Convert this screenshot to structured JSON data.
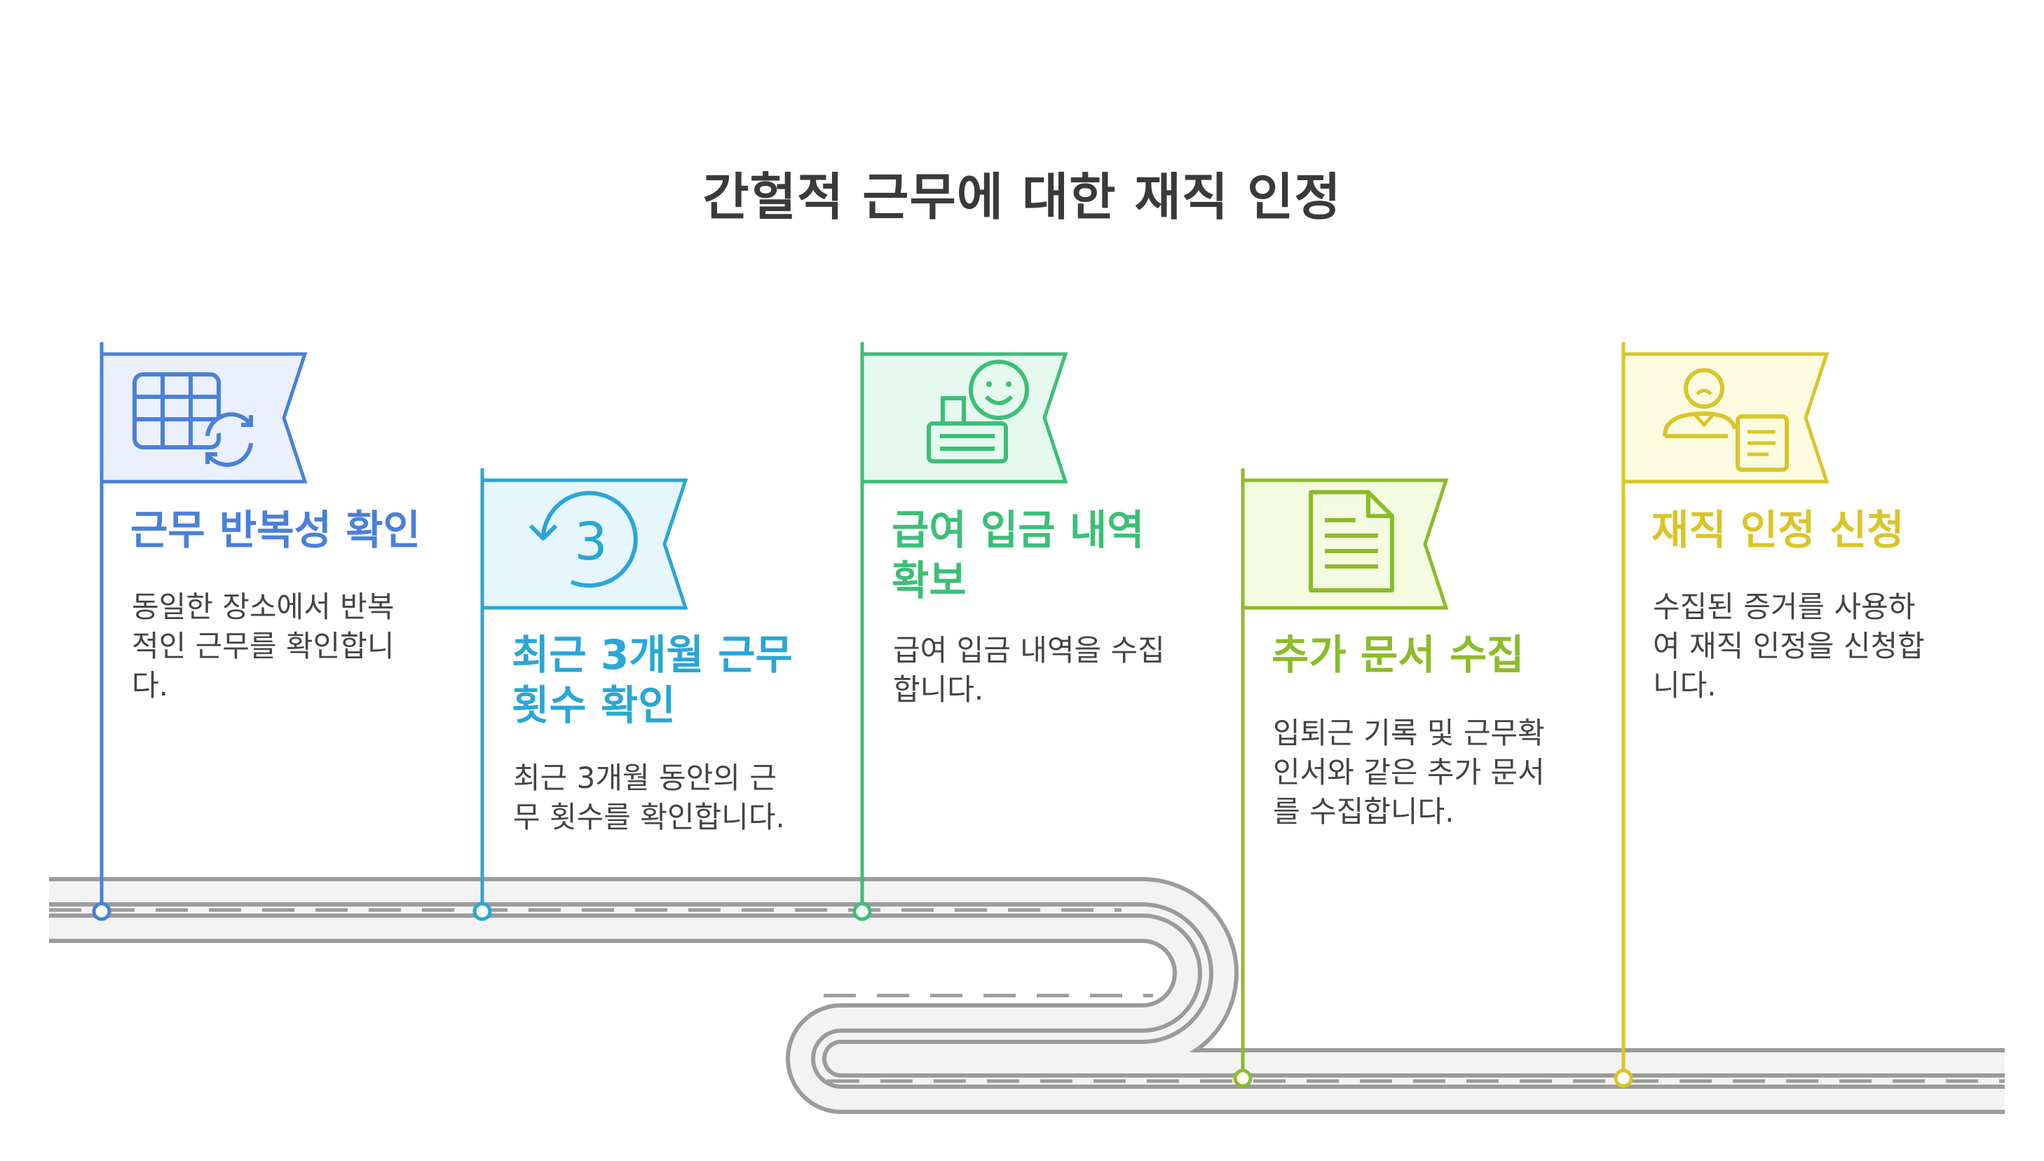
{
  "title": "간헐적 근무에 대한 재직 인정",
  "colors": {
    "road_fill": "#f3f3f3",
    "road_edge": "#9b9b9b",
    "road_dash": "#9b9b9b"
  },
  "steps": [
    {
      "title": "근무 반복성 확인",
      "description": "동일한 장소에서 반복\n적인 근무를 확인합니\n다.",
      "icon": "spreadsheet-refresh-icon",
      "color": "#4a80d9",
      "fill": "#eaf1fd"
    },
    {
      "title": "최근 3개월 근무\n횟수 확인",
      "description": "최근 3개월 동안의 근\n무 횟수를 확인합니다.",
      "icon": "undo-three-icon",
      "color": "#2aa6d6",
      "fill": "#e6f6fd"
    },
    {
      "title": "급여 입금 내역\n확보",
      "description": "급여 입금 내역을 수집\n합니다.",
      "icon": "smile-salary-icon",
      "color": "#3bbf77",
      "fill": "#e5f9ee"
    },
    {
      "title": "추가 문서 수집",
      "description": "입퇴근 기록 및 근무확\n인서와 같은 추가 문서\n를 수집합니다.",
      "icon": "document-icon",
      "color": "#8dbb2a",
      "fill": "#f3fbe0"
    },
    {
      "title": "재직 인정 신청",
      "description": "수집된 증거를 사용하\n여 재직 인정을 신청합\n니다.",
      "icon": "person-certificate-icon",
      "color": "#d9c52a",
      "fill": "#fdfbe0"
    }
  ]
}
